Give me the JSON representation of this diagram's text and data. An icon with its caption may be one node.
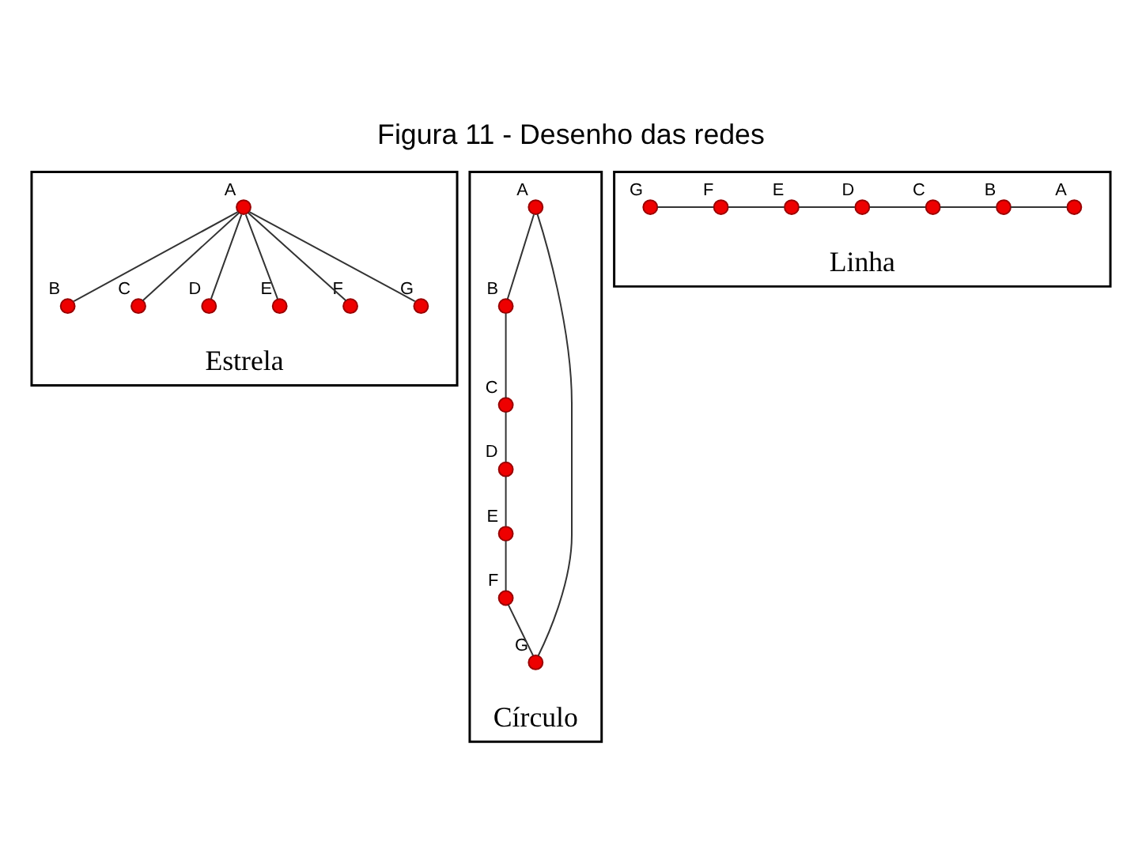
{
  "diagram": {
    "title": "Figura 11 - Desenho das redes",
    "nodes": [
      {
        "text": [
          "Estrela"
        ]
      },
      {
        "text": [],
        "shape": "circle",
        "beside": [
          "A"
        ],
        "in": 0
      },
      {
        "text": [],
        "shape": "circle",
        "beside": [
          "B"
        ],
        "in": 0
      },
      {
        "text": [],
        "shape": "circle",
        "beside": [
          "C"
        ],
        "in": 0
      },
      {
        "text": [],
        "shape": "circle",
        "beside": [
          "D"
        ],
        "in": 0
      },
      {
        "text": [],
        "shape": "circle",
        "beside": [
          "E"
        ],
        "in": 0
      },
      {
        "text": [],
        "shape": "circle",
        "beside": [
          "F"
        ],
        "in": 0
      },
      {
        "text": [],
        "shape": "circle",
        "beside": [
          "G"
        ],
        "in": 0
      },
      {
        "text": [
          "Círculo"
        ]
      },
      {
        "text": [],
        "shape": "circle",
        "beside": [
          "A"
        ],
        "in": 8
      },
      {
        "text": [],
        "shape": "circle",
        "beside": [
          "B"
        ],
        "in": 8
      },
      {
        "text": [],
        "shape": "circle",
        "beside": [
          "C"
        ],
        "in": 8
      },
      {
        "text": [],
        "shape": "circle",
        "beside": [
          "D"
        ],
        "in": 8
      },
      {
        "text": [],
        "shape": "circle",
        "beside": [
          "E"
        ],
        "in": 8
      },
      {
        "text": [],
        "shape": "circle",
        "beside": [
          "F"
        ],
        "in": 8
      },
      {
        "text": [],
        "shape": "circle",
        "beside": [
          "G"
        ],
        "in": 8
      },
      {
        "text": [
          "Linha"
        ]
      },
      {
        "text": [],
        "shape": "circle",
        "beside": [
          "G"
        ],
        "in": 16
      },
      {
        "text": [],
        "shape": "circle",
        "beside": [
          "F"
        ],
        "in": 16
      },
      {
        "text": [],
        "shape": "circle",
        "beside": [
          "E"
        ],
        "in": 16
      },
      {
        "text": [],
        "shape": "circle",
        "beside": [
          "D"
        ],
        "in": 16
      },
      {
        "text": [],
        "shape": "circle",
        "beside": [
          "C"
        ],
        "in": 16
      },
      {
        "text": [],
        "shape": "circle",
        "beside": [
          "B"
        ],
        "in": 16
      },
      {
        "text": [],
        "shape": "circle",
        "beside": [
          "A"
        ],
        "in": 16
      }
    ],
    "edges": [
      {
        "from": 1,
        "to": 2,
        "arrow": "none"
      },
      {
        "from": 1,
        "to": 3,
        "arrow": "none"
      },
      {
        "from": 1,
        "to": 4,
        "arrow": "none"
      },
      {
        "from": 1,
        "to": 5,
        "arrow": "none"
      },
      {
        "from": 1,
        "to": 6,
        "arrow": "none"
      },
      {
        "from": 1,
        "to": 7,
        "arrow": "none"
      },
      {
        "from": 9,
        "to": 10,
        "arrow": "none"
      },
      {
        "from": 10,
        "to": 11,
        "arrow": "none"
      },
      {
        "from": 11,
        "to": 12,
        "arrow": "none"
      },
      {
        "from": 12,
        "to": 13,
        "arrow": "none"
      },
      {
        "from": 13,
        "to": 14,
        "arrow": "none"
      },
      {
        "from": 14,
        "to": 15,
        "arrow": "none"
      },
      {
        "from": 15,
        "to": 9,
        "arrow": "none"
      },
      {
        "from": 17,
        "to": 18,
        "arrow": "none"
      },
      {
        "from": 18,
        "to": 19,
        "arrow": "none"
      },
      {
        "from": 19,
        "to": 20,
        "arrow": "none"
      },
      {
        "from": 20,
        "to": 21,
        "arrow": "none"
      },
      {
        "from": 21,
        "to": 22,
        "arrow": "none"
      },
      {
        "from": 22,
        "to": 23,
        "arrow": "none"
      }
    ]
  }
}
